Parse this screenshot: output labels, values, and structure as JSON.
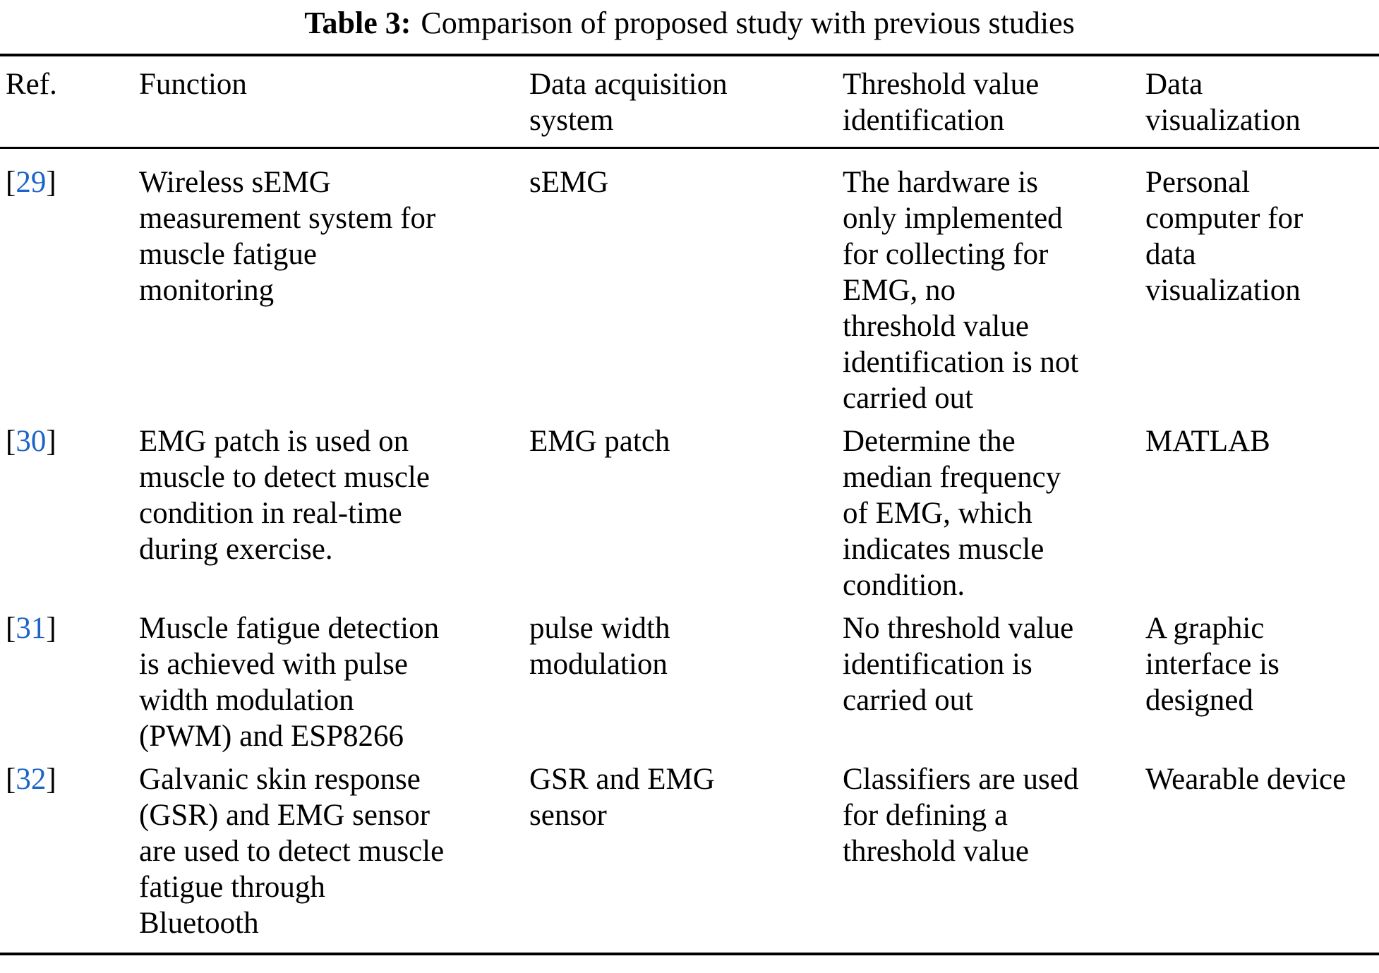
{
  "title": {
    "label": "Table 3:",
    "caption": "Comparison of proposed study with previous studies"
  },
  "colors": {
    "citation_link": "#1b64c8",
    "text": "#000000",
    "rule": "#000000"
  },
  "table": {
    "ref_brackets": {
      "open": "[",
      "close": "]"
    },
    "columns": [
      {
        "key": "ref",
        "label": "Ref."
      },
      {
        "key": "function",
        "label": "Function"
      },
      {
        "key": "acquisition",
        "label": "Data acquisition\nsystem"
      },
      {
        "key": "threshold",
        "label": "Threshold value\nidentification"
      },
      {
        "key": "visualization",
        "label": "Data\nvisualization"
      }
    ],
    "rows": [
      {
        "ref_number": "29",
        "function": "Wireless sEMG\nmeasurement system for\nmuscle fatigue\nmonitoring",
        "acquisition": "sEMG",
        "threshold": "The hardware is\nonly implemented\nfor collecting for\nEMG, no\nthreshold value\nidentification is not\ncarried out",
        "visualization": "Personal\ncomputer for\ndata\nvisualization"
      },
      {
        "ref_number": "30",
        "function": "EMG patch is used on\nmuscle to detect muscle\ncondition in real-time\nduring exercise.",
        "acquisition": "EMG patch",
        "threshold": "Determine the\nmedian frequency\nof EMG, which\nindicates muscle\ncondition.",
        "visualization": "MATLAB"
      },
      {
        "ref_number": "31",
        "function": "Muscle fatigue detection\nis achieved with pulse\nwidth modulation\n(PWM) and ESP8266",
        "acquisition": "pulse width\nmodulation",
        "threshold": "No threshold value\nidentification is\ncarried out",
        "visualization": "A graphic\ninterface is\ndesigned"
      },
      {
        "ref_number": "32",
        "function": "Galvanic skin response\n(GSR) and EMG sensor\nare used to detect muscle\nfatigue through\nBluetooth",
        "acquisition": "GSR and EMG\nsensor",
        "threshold": "Classifiers are used\nfor defining a\nthreshold value",
        "visualization": "Wearable device"
      }
    ]
  }
}
